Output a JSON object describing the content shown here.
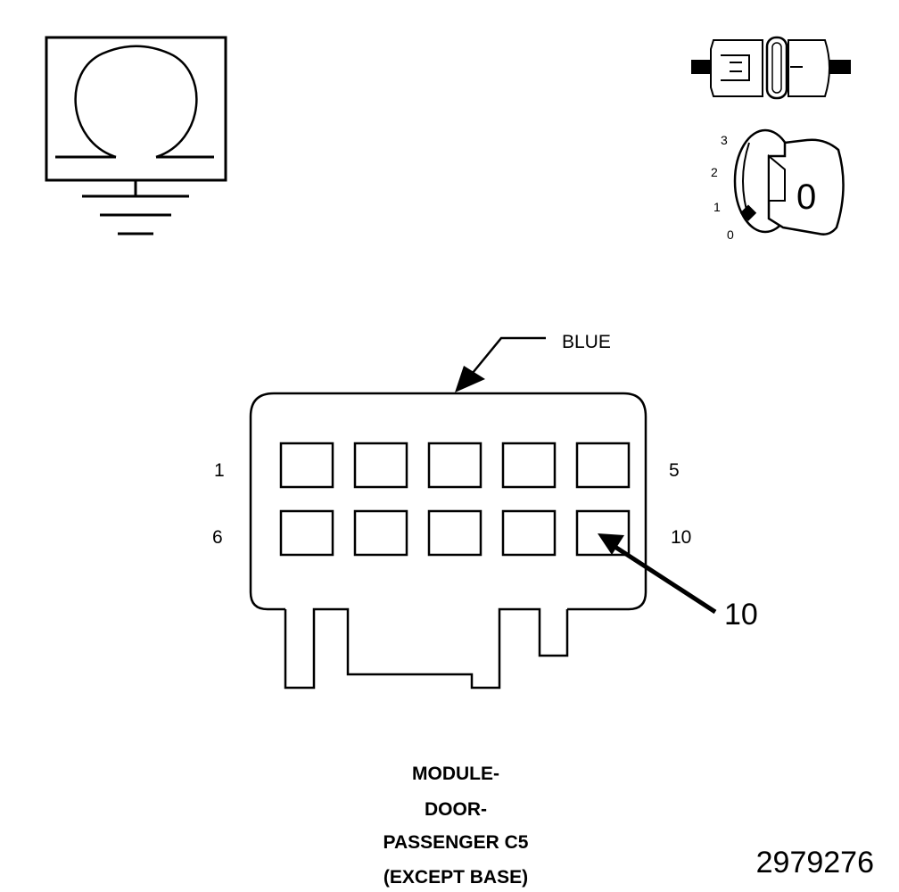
{
  "connector": {
    "color_label": "BLUE",
    "pin_numbers": {
      "top_left": "1",
      "top_right": "5",
      "bottom_left": "6",
      "bottom_right": "10"
    },
    "rows": 2,
    "cols": 5,
    "callout_pin": "10"
  },
  "title_lines": [
    "MODULE-",
    "DOOR-",
    "PASSENGER C5",
    "(EXCEPT BASE)"
  ],
  "figure_number": "2979276",
  "ignition_switch": {
    "positions": [
      "3",
      "2",
      "1",
      "0"
    ],
    "key_number": "0"
  },
  "icons": {
    "ohmmeter": "ohmmeter-ground-icon",
    "connector": "disconnected-connector-icon",
    "ignition": "ignition-key-icon"
  }
}
